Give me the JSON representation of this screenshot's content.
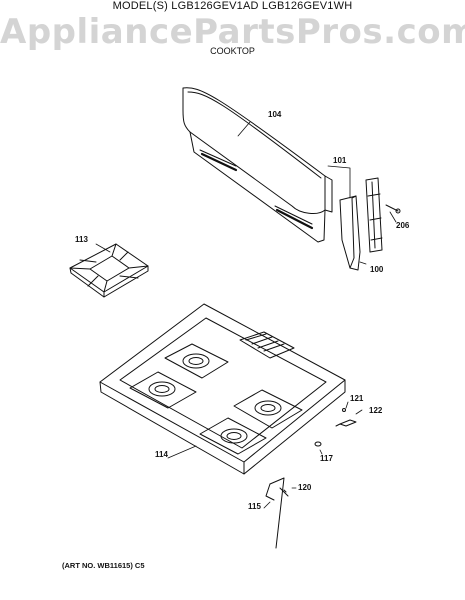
{
  "header": {
    "model_line": "MODEL(S) LGB126GEV1AD  LGB126GEV1WH",
    "watermark": "AppliancePartsPros.com",
    "section": "COOKTOP"
  },
  "parts": {
    "p104": "104",
    "p101": "101",
    "p206": "206",
    "p113": "113",
    "p100": "100",
    "p121": "121",
    "p122": "122",
    "p114": "114",
    "p117": "117",
    "p120": "120",
    "p115": "115"
  },
  "footer": {
    "art_no": "(ART NO. WB11615) C5"
  }
}
